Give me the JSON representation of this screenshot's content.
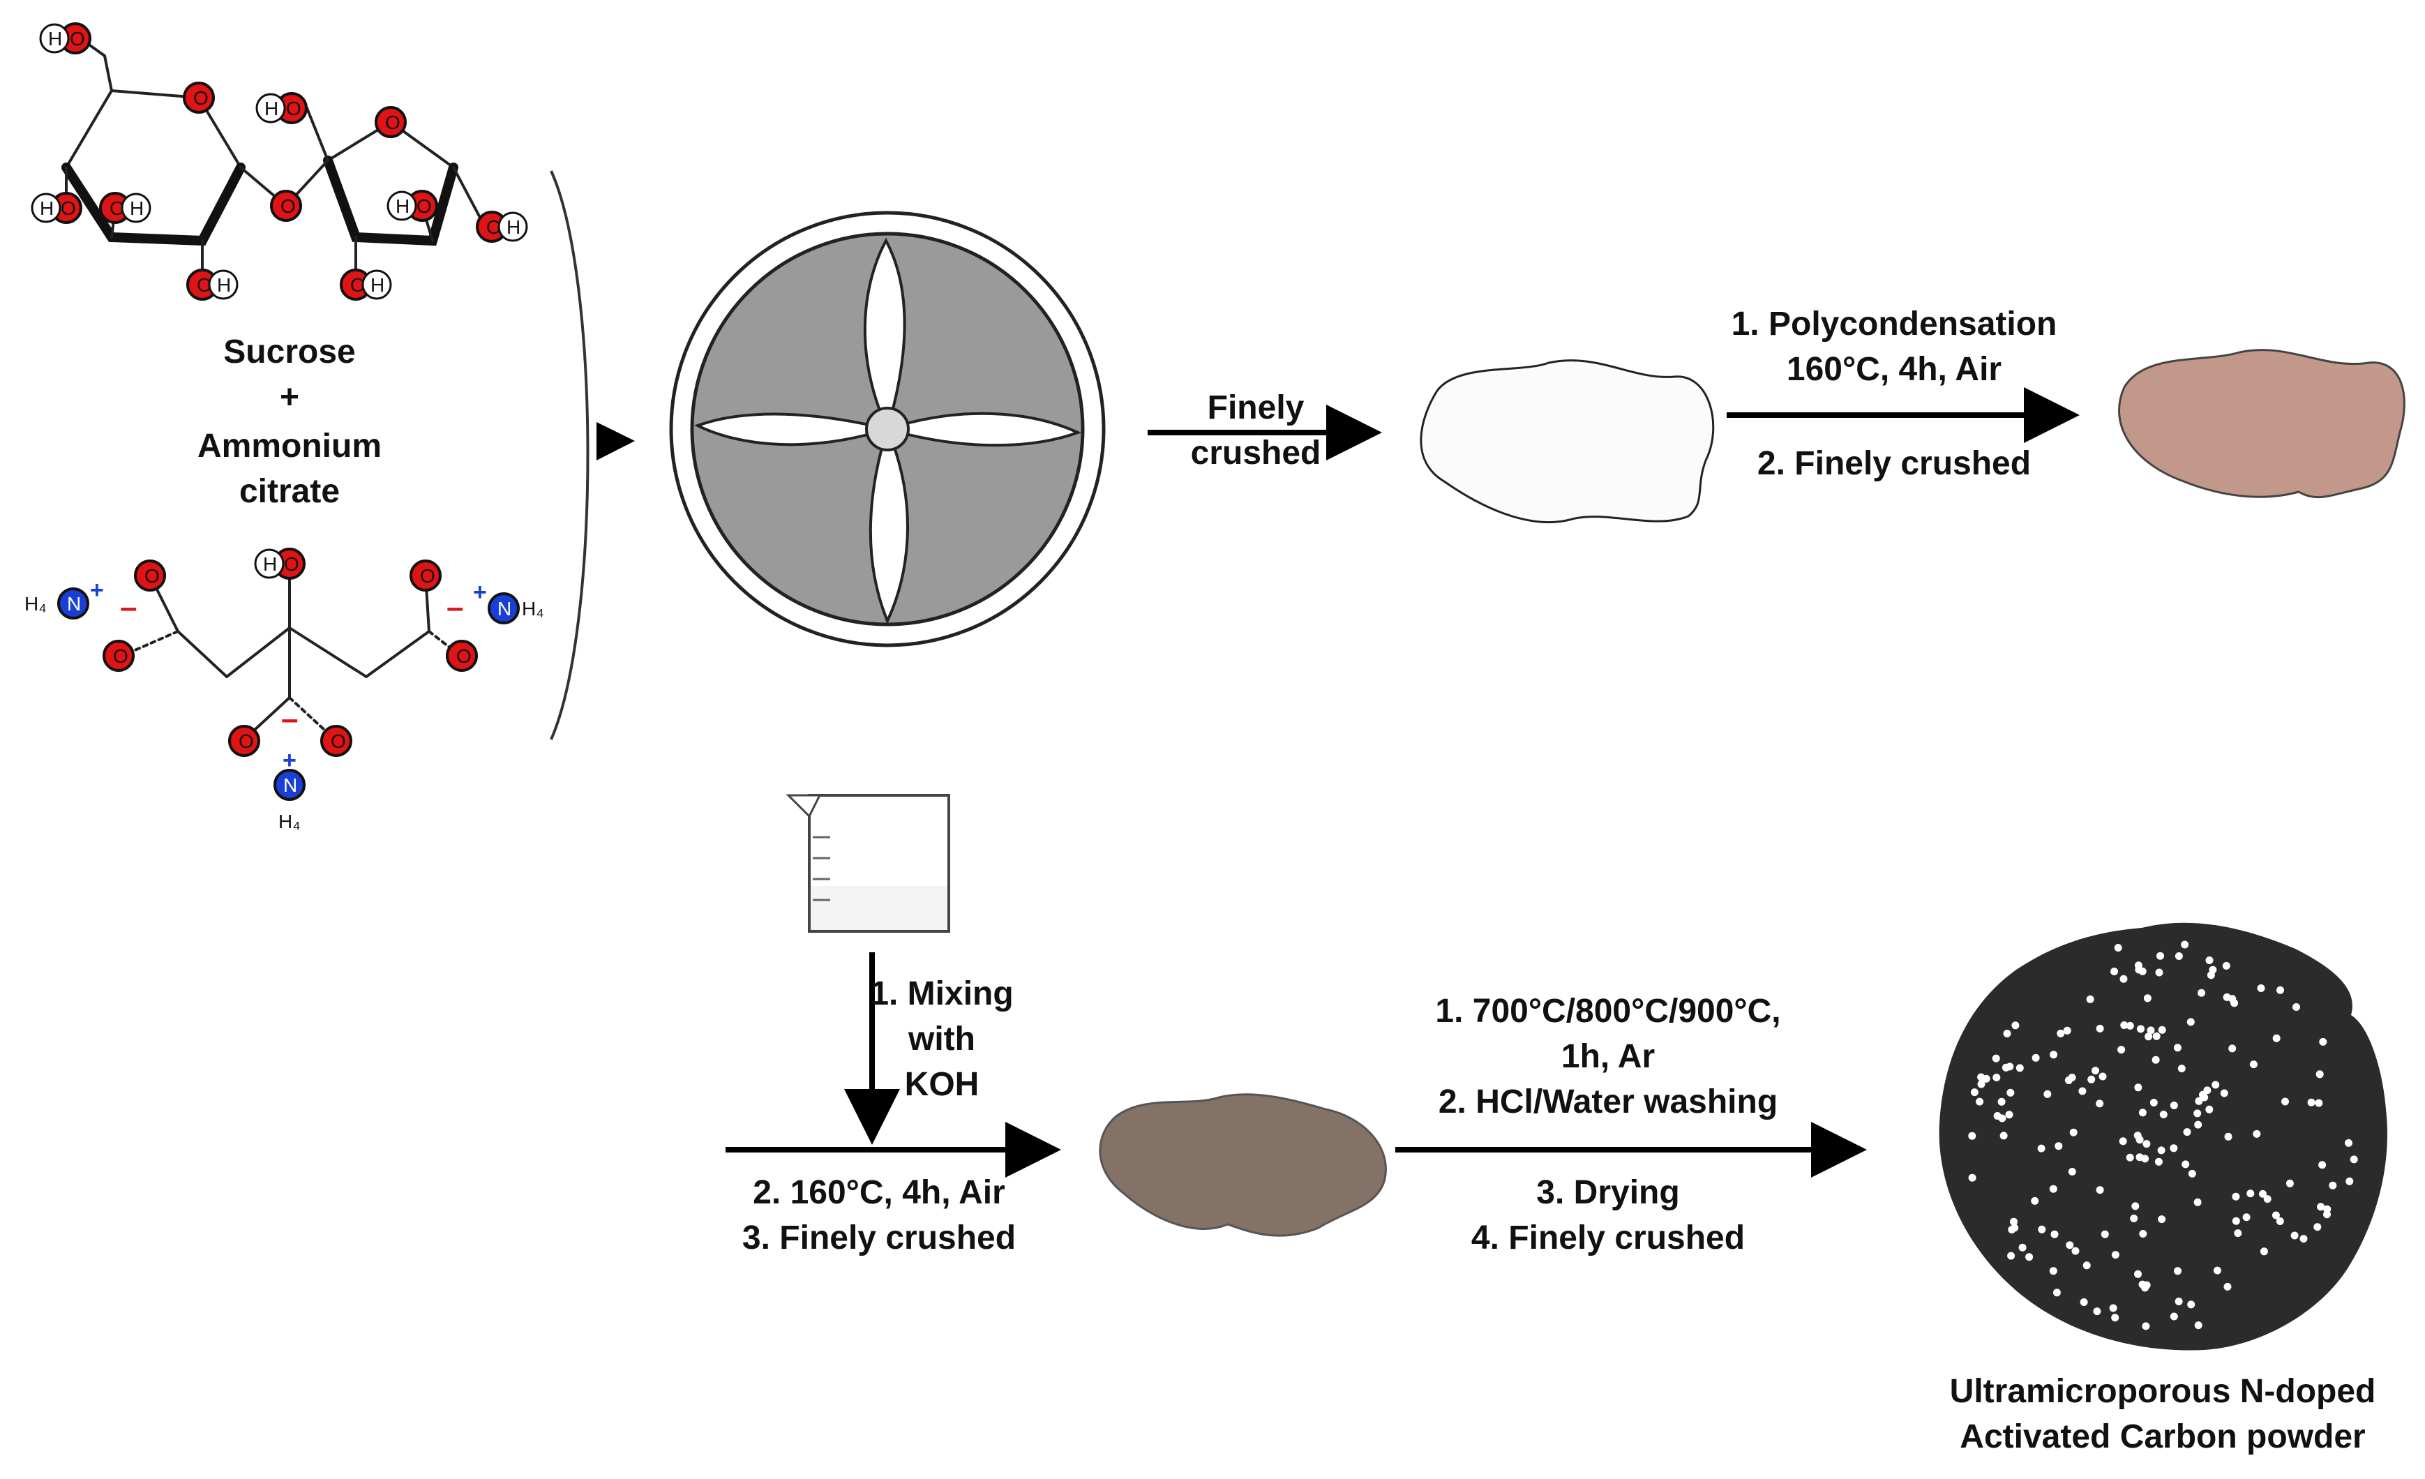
{
  "molecules": {
    "sucrose_name": "Sucrose",
    "plus": "+",
    "ammonium_name_line1": "Ammonium",
    "ammonium_name_line2": "citrate",
    "atom_O": "O",
    "atom_H": "H",
    "atom_N": "N",
    "h4": "H₄",
    "plus_charge": "+",
    "minus_charge": "–"
  },
  "step1": {
    "line1": "Finely",
    "line2": "crushed"
  },
  "step2": {
    "line1": "1. Polycondensation",
    "line2": "160°C, 4h, Air",
    "line3": "2. Finely crushed"
  },
  "step3": {
    "line1": "1. Mixing",
    "line2": "with",
    "line3": "KOH",
    "line4": "2. 160°C, 4h, Air",
    "line5": "3. Finely crushed"
  },
  "step4": {
    "line1": "1. 700°C/800°C/900°C,",
    "line2": "1h, Ar",
    "line3": "2. HCl/Water washing",
    "line4": "3. Drying",
    "line5": "4. Finely crushed"
  },
  "product": {
    "line1": "Ultramicroporous N-doped",
    "line2": "Activated Carbon powder"
  },
  "colors": {
    "oxygen": "#e01414",
    "nitrogen": "#1a3fd6",
    "mixer_fill": "#9a9a9a",
    "white_powder": "#fbfbfb",
    "tan_powder": "#c2988a",
    "brown_powder": "#857266",
    "carbon_disk": "#2b2b2b"
  },
  "icons": [
    "mixer-icon",
    "beaker-icon",
    "arrow-icon"
  ]
}
